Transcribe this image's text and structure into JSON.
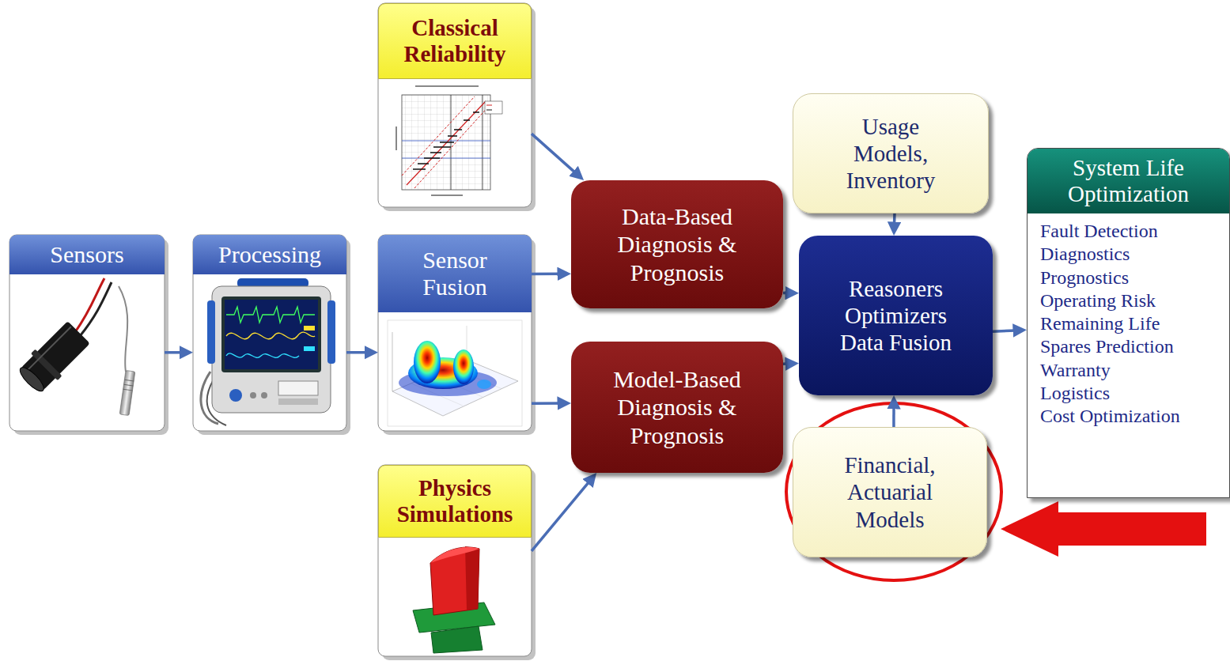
{
  "diagram": {
    "nodes": [
      {
        "text": [
          "Sensors"
        ]
      },
      {
        "text": [
          "Processing"
        ]
      },
      {
        "text": [
          "Sensor Fusion"
        ]
      },
      {
        "text": [
          "Classical Reliability"
        ]
      },
      {
        "text": [
          "Data-Based Diagnosis & Prognosis"
        ]
      },
      {
        "text": [
          "Model-Based Diagnosis & Prognosis"
        ]
      },
      {
        "text": [
          "Physics Simulations"
        ]
      },
      {
        "text": [
          "Usage Models, Inventory"
        ]
      },
      {
        "text": [
          "Reasoners Optimizers Data Fusion"
        ]
      },
      {
        "text": [
          "Financial, Actuarial Models"
        ]
      },
      {
        "text": [
          "System Life Optimization",
          "Fault Detection",
          "Diagnostics",
          "Prognostics",
          "Operating Risk",
          "Remaining Life",
          "Spares Prediction",
          "Warranty",
          "Logistics",
          "Cost Optimization"
        ]
      }
    ],
    "edges": [
      {
        "from": 0,
        "to": 1,
        "arrow": "to"
      },
      {
        "from": 1,
        "to": 2,
        "arrow": "to"
      },
      {
        "from": 3,
        "to": 4,
        "arrow": "to"
      },
      {
        "from": 2,
        "to": 4,
        "arrow": "to"
      },
      {
        "from": 2,
        "to": 5,
        "arrow": "to"
      },
      {
        "from": 6,
        "to": 5,
        "arrow": "to"
      },
      {
        "from": 4,
        "to": 8,
        "arrow": "to"
      },
      {
        "from": 5,
        "to": 8,
        "arrow": "to"
      },
      {
        "from": 7,
        "to": 8,
        "arrow": "to"
      },
      {
        "from": 9,
        "to": 8,
        "arrow": "to"
      },
      {
        "from": 8,
        "to": 10,
        "arrow": "to"
      }
    ]
  }
}
